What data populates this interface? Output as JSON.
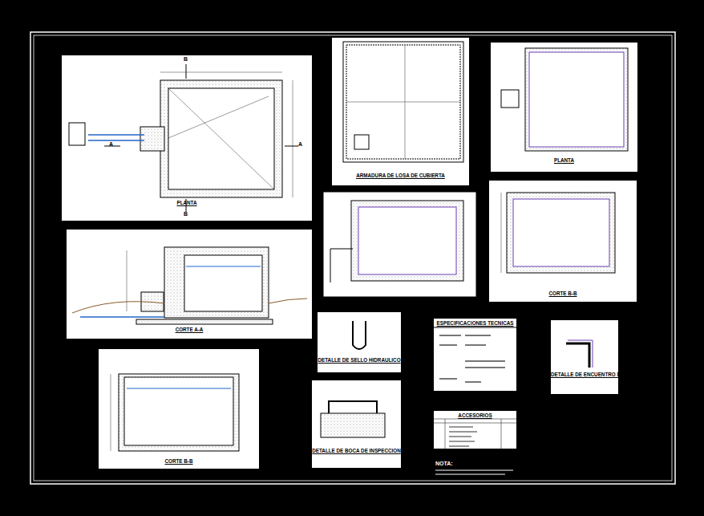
{
  "diagram": {
    "nodes": [
      {
        "text": [
          "PLANTA"
        ]
      },
      {
        "text": [
          "ARMADURA DE LOSA DE CUBIERTA"
        ]
      },
      {
        "text": [
          "PLANTA"
        ]
      },
      {
        "text": [
          "CORTE B-B"
        ]
      },
      {
        "text": [
          "CORTE A-A"
        ]
      },
      {
        "text": [
          "DETALLE DE SELLO HIDRAULICO"
        ]
      },
      {
        "text": [
          "ESPECIFICACIONES TECNICAS"
        ]
      },
      {
        "text": [
          "DETALLE DE ENCUENTRO DE MUROS"
        ]
      },
      {
        "text": [
          "CORTE B-B"
        ]
      },
      {
        "text": [
          "DETALLE DE BOCA DE INSPECCION"
        ]
      },
      {
        "text": [
          "ACCESORIOS"
        ]
      }
    ],
    "edges": [],
    "labels": [
      "A",
      "A",
      "B",
      "B",
      "NOTA:"
    ]
  }
}
